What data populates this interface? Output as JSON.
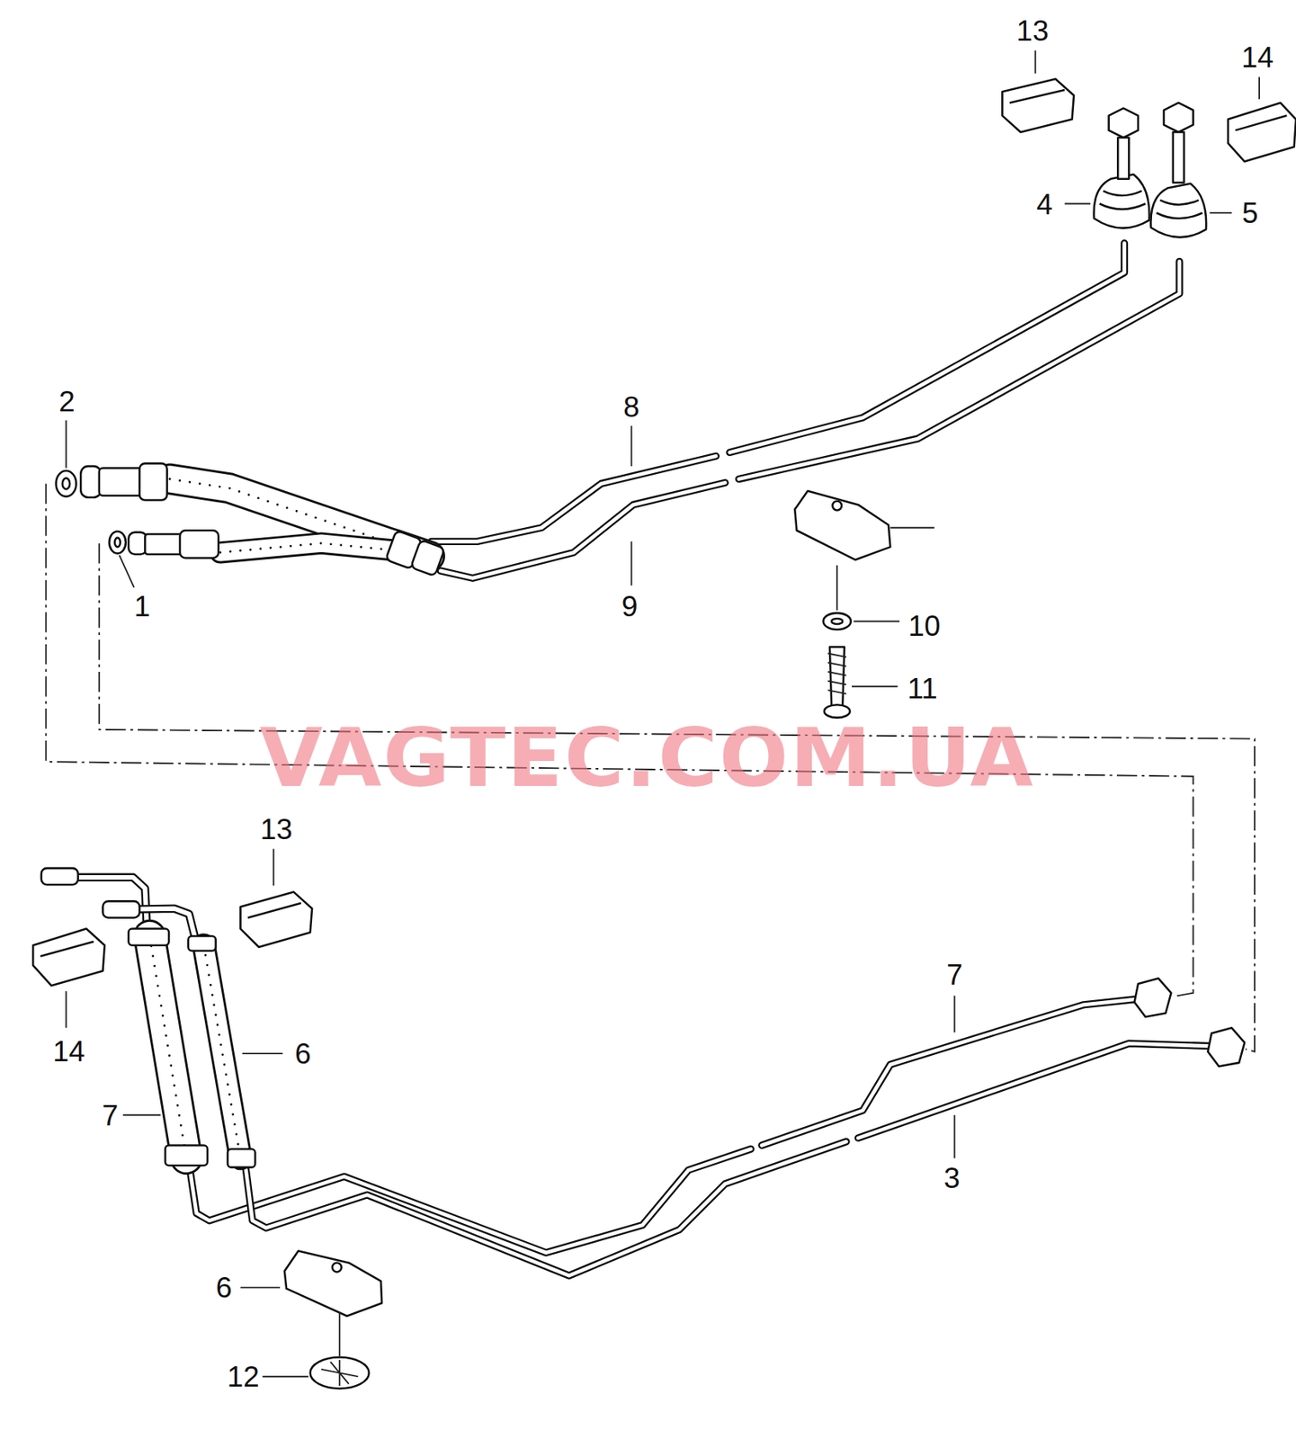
{
  "diagram": {
    "labels": [
      "13",
      "14",
      "4",
      "5",
      "2",
      "8",
      "1",
      "9",
      "10",
      "11",
      "VAGTEC.COM.UA",
      "13",
      "7",
      "14",
      "6",
      "7",
      "3",
      "6",
      "12"
    ]
  }
}
